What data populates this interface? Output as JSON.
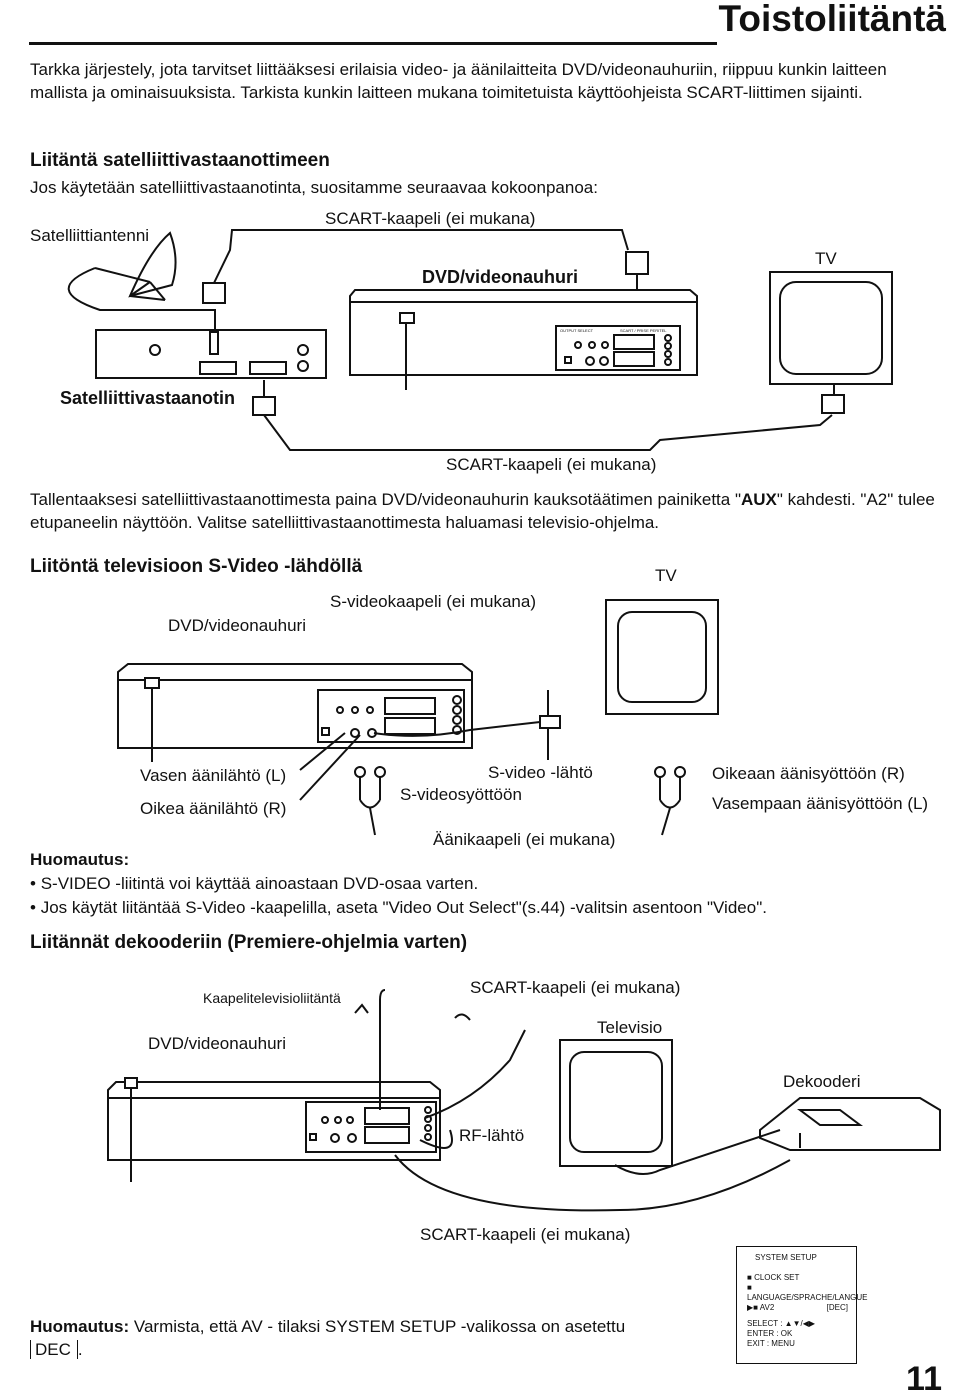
{
  "header": {
    "title": "Toistoliitäntä",
    "page_number": "11"
  },
  "intro": "Tarkka järjestely, jota tarvitset liittääksesi erilaisia video- ja äänilaitteita DVD/videonauhuriin, riippuu kunkin laitteen mallista ja ominaisuuksista. Tarkista kunkin laitteen mukana toimitetuista käyttöohjeista SCART-liittimen sijainti.",
  "section1": {
    "heading": "Liitäntä satelliittivastaanottimeen",
    "subtext": "Jos käytetään satelliittivastaanotinta, suositamme seuraavaa kokoonpanoa:",
    "label_antenna": "Satelliittiantenni",
    "label_scart_top": "SCART-kaapeli (ei mukana)",
    "label_dvd": "DVD/videonauhuri",
    "label_tv": "TV",
    "label_receiver": "Satelliittivastaanotin",
    "label_scart_bottom": "SCART-kaapeli (ei mukana)",
    "after_pre": "Tallentaaksesi satelliittivastaanottimesta paina DVD/videonauhurin kauksotäätimen painiketta \"",
    "after_bold": "AUX",
    "after_post": "\" kahdesti. \"A2\" tulee etupaneelin näyttöön. Valitse satelliittivastaanottimesta haluamasi televisio-ohjelma."
  },
  "section2": {
    "heading": "Liitöntä televisioon S-Video -lähdöllä",
    "label_tv": "TV",
    "label_svideo_cable": "S-videokaapeli (ei mukana)",
    "label_dvd": "DVD/videonauhuri",
    "label_left_out": "Vasen äänilähtö (L)",
    "label_right_out": "Oikea äänilähtö (R)",
    "label_svideo_out": "S-video -lähtö",
    "label_svideo_in": "S-videosyöttöön",
    "label_right_in": "Oikeaan äänisyöttöön (R)",
    "label_left_in": "Vasempaan äänisyöttöön (L)",
    "label_audio_cable": "Äänikaapeli (ei mukana)"
  },
  "note1": {
    "title": "Huomautus:",
    "items": [
      "S-VIDEO -liitintä voi käyttää ainoastaan DVD-osaa varten.",
      "Jos käytät liitäntää S-Video -kaapelilla, aseta \"Video Out Select\"(s.44) -valitsin asentoon \"Video\"."
    ]
  },
  "section3": {
    "heading": "Liitännät dekooderiin (Premiere-ohjelmia varten)",
    "label_cable_tv": "Kaapelitelevisioliitäntä",
    "label_scart_top": "SCART-kaapeli (ei mukana)",
    "label_dvd": "DVD/videonauhuri",
    "label_tv": "Televisio",
    "label_decoder": "Dekooderi",
    "label_rf": "RF-lähtö",
    "label_scart_bottom": "SCART-kaapeli (ei mukana)"
  },
  "menu": {
    "title": "SYSTEM SETUP",
    "row1": "CLOCK SET",
    "row2": "LANGUAGE/SPRACHE/LANGUE",
    "row3_label": "AV2",
    "row3_value": "[DEC]",
    "help1": "SELECT : ▲▼/◀▶",
    "help2": "ENTER  : OK",
    "help3": "EXIT    : MENU"
  },
  "note2": {
    "title": "Huomautus:",
    "text": " Varmista, että AV - tilaksi SYSTEM SETUP -valikossa on asetettu ",
    "dec": "DEC",
    "end": "."
  },
  "device_panel": {
    "output_select": "OUTPUT SELECT",
    "scart": "SCART / PRISE PERITEL"
  }
}
